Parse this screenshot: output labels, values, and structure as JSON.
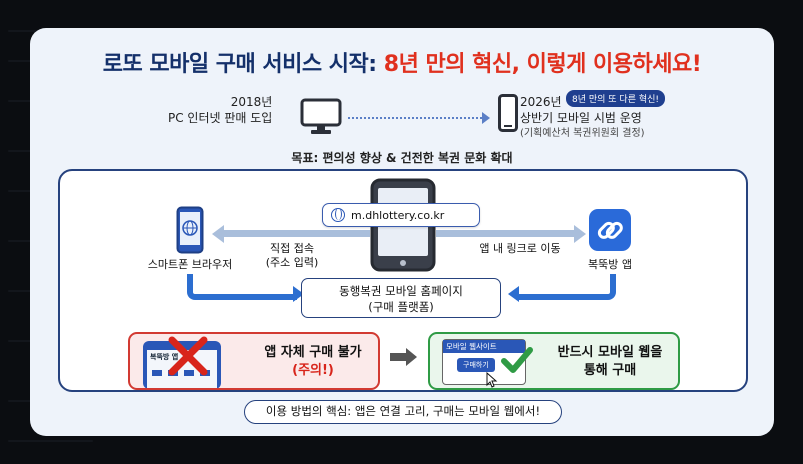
{
  "title": {
    "main": "로또 모바일 구매 서비스 시작:",
    "accent": "8년 만의 혁신, 이렇게 이용하세요!"
  },
  "timeline": {
    "left": {
      "year": "2018년",
      "text": "PC 인터넷 판매 도입"
    },
    "right": {
      "year": "2026년",
      "text": "상반기 모바일 시범 운영",
      "note": "(기획예산처 복권위원회 결정)",
      "badge": "8년 만의 또 다른 혁신!"
    }
  },
  "goal": "목표: 편의성 향상 & 건전한 복권 문화 확대",
  "flow": {
    "url": "m.dhlottery.co.kr",
    "smartphone_label": "스마트폰 브라우저",
    "direct_label_1": "직접 접속",
    "direct_label_2": "(주소 입력)",
    "app_link_label": "앱 내 링크로 이동",
    "app_label": "복뚝방 앱",
    "homepage_line1": "동행복권 모바일 홈페이지",
    "homepage_line2": "(구매 플랫폼)"
  },
  "bad": {
    "line1": "앱 자체 구매 불가",
    "line2": "(주의!)",
    "phone_header": "복뚝방 앱"
  },
  "good": {
    "line1": "반드시 모바일 웹을",
    "line2": "통해 구매",
    "site_label": "모바일 웹사이트",
    "buy_button": "구매하기"
  },
  "bottom": "이용 방법의 핵심: 앱은 연결 고리, 구매는 모바일 웹에서!",
  "colors": {
    "navy": "#14306a",
    "red": "#e0301e",
    "blue": "#2c6ed0",
    "green": "#2f9b45"
  }
}
